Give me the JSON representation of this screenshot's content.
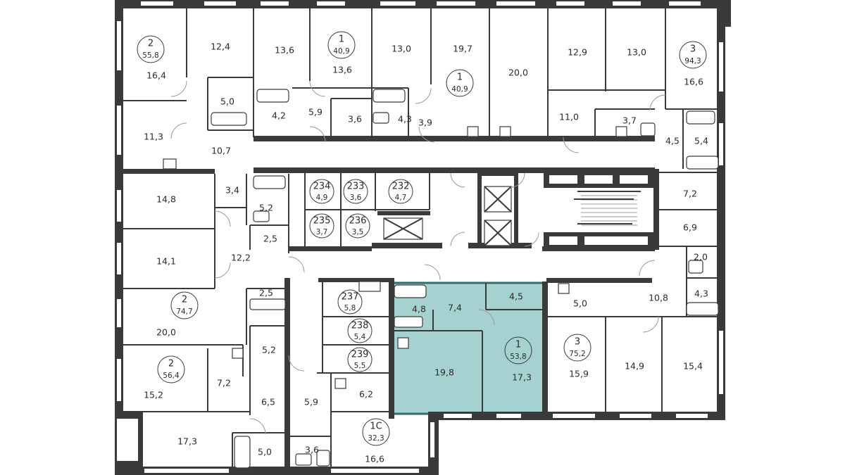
{
  "highlight_color": "#a5d2d0",
  "apartments": [
    {
      "rooms": "2",
      "area": "55,8"
    },
    {
      "rooms": "1",
      "area": "40,9"
    },
    {
      "rooms": "1",
      "area": "40,9"
    },
    {
      "rooms": "3",
      "area": "94,3"
    },
    {
      "rooms": "2",
      "area": "74,7"
    },
    {
      "rooms": "2",
      "area": "56,4"
    },
    {
      "rooms": "1",
      "area": "53,8"
    },
    {
      "rooms": "3",
      "area": "75,2"
    },
    {
      "rooms": "1С",
      "area": "32,3"
    }
  ],
  "storage_units": [
    {
      "number": "234",
      "area": "4,9"
    },
    {
      "number": "233",
      "area": "3,6"
    },
    {
      "number": "232",
      "area": "4,7"
    },
    {
      "number": "235",
      "area": "3,7"
    },
    {
      "number": "236",
      "area": "3,5"
    },
    {
      "number": "237",
      "area": "5,8"
    },
    {
      "number": "238",
      "area": "5,4"
    },
    {
      "number": "239",
      "area": "5,5"
    }
  ],
  "rooms": [
    "16,4",
    "12,4",
    "13,6",
    "13,6",
    "13,0",
    "19,7",
    "20,0",
    "12,9",
    "13,0",
    "16,6",
    "5,0",
    "4,2",
    "5,9",
    "3,6",
    "4,3",
    "3,9",
    "11,0",
    "3,7",
    "4,5",
    "5,4",
    "11,3",
    "10,7",
    "14,8",
    "3,4",
    "5,2",
    "2,5",
    "7,2",
    "6,9",
    "14,1",
    "12,2",
    "2,0",
    "2,5",
    "4,3",
    "10,8",
    "20,0",
    "5,0",
    "4,8",
    "7,4",
    "4,5",
    "19,8",
    "17,3",
    "15,9",
    "14,9",
    "15,4",
    "5,2",
    "7,2",
    "15,2",
    "6,5",
    "5,9",
    "6,2",
    "17,3",
    "5,0",
    "3,6",
    "16,6"
  ]
}
